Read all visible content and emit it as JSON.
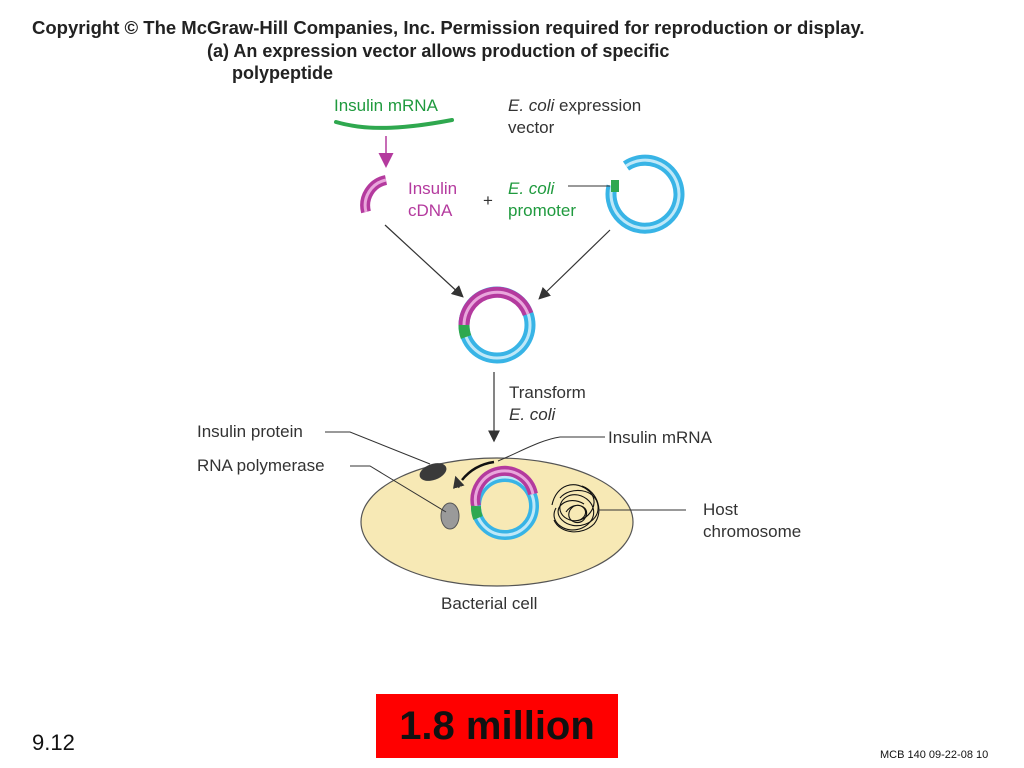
{
  "header": {
    "copyright": "Copyright © The McGraw-Hill Companies, Inc. Permission required for reproduction or display.",
    "caption_line1": "(a)  An expression vector allows production of specific",
    "caption_line2": "polypeptide"
  },
  "labels": {
    "insulin_mrna_top": "Insulin mRNA",
    "ecoli_italic": "E. coli",
    "expression": " expression",
    "vector": "vector",
    "insulin": "Insulin",
    "cdna": "cDNA",
    "plus": "+",
    "ecoli_promoter_italic": "E. coli",
    "promoter": "promoter",
    "transform": "Transform",
    "transform_ecoli": "E. coli",
    "insulin_protein": "Insulin protein",
    "rna_polymerase": "RNA polymerase",
    "insulin_mrna_bottom": "Insulin mRNA",
    "host": "Host",
    "chromosome": "chromosome",
    "bacterial_cell": "Bacterial cell"
  },
  "colors": {
    "vector_blue": "#38b4e6",
    "insulin_magenta": "#b43a9e",
    "promoter_green": "#2fa84f",
    "cell_fill": "#f7e9b5",
    "badge_red": "#ff0000"
  },
  "badge": "1.8 million",
  "slide_number": "9.12",
  "footer": "MCB 140 09-22-08  10"
}
